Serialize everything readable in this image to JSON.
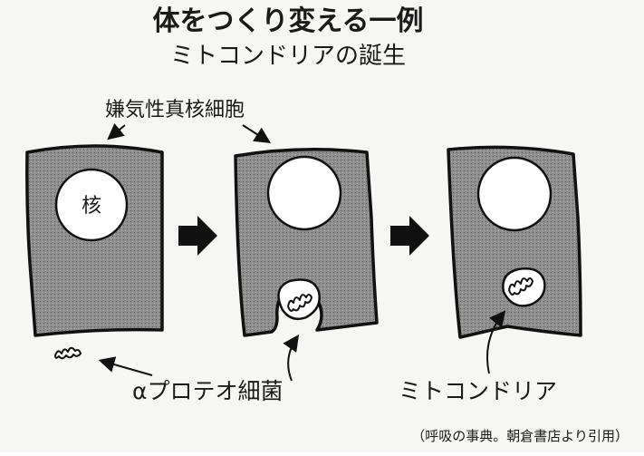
{
  "title": "体をつくり変える一例",
  "subtitle": "ミトコンドリアの誕生",
  "labels": {
    "host_cell": "嫌気性真核細胞",
    "nucleus": "核",
    "bacterium": "αプロテオ細菌",
    "mitochondrion": "ミトコンドリア"
  },
  "source": "（呼吸の事典。朝倉書店より引用）",
  "colors": {
    "cell_fill": "#8e8e8e",
    "outline": "#111111",
    "nucleus_fill": "#ffffff",
    "background": "#f6f6f4"
  },
  "icons": {
    "step_arrow": "right-arrow-icon",
    "bacterium": "bacterium-squiggle-icon",
    "mitochondrion": "mitochondrion-icon"
  }
}
